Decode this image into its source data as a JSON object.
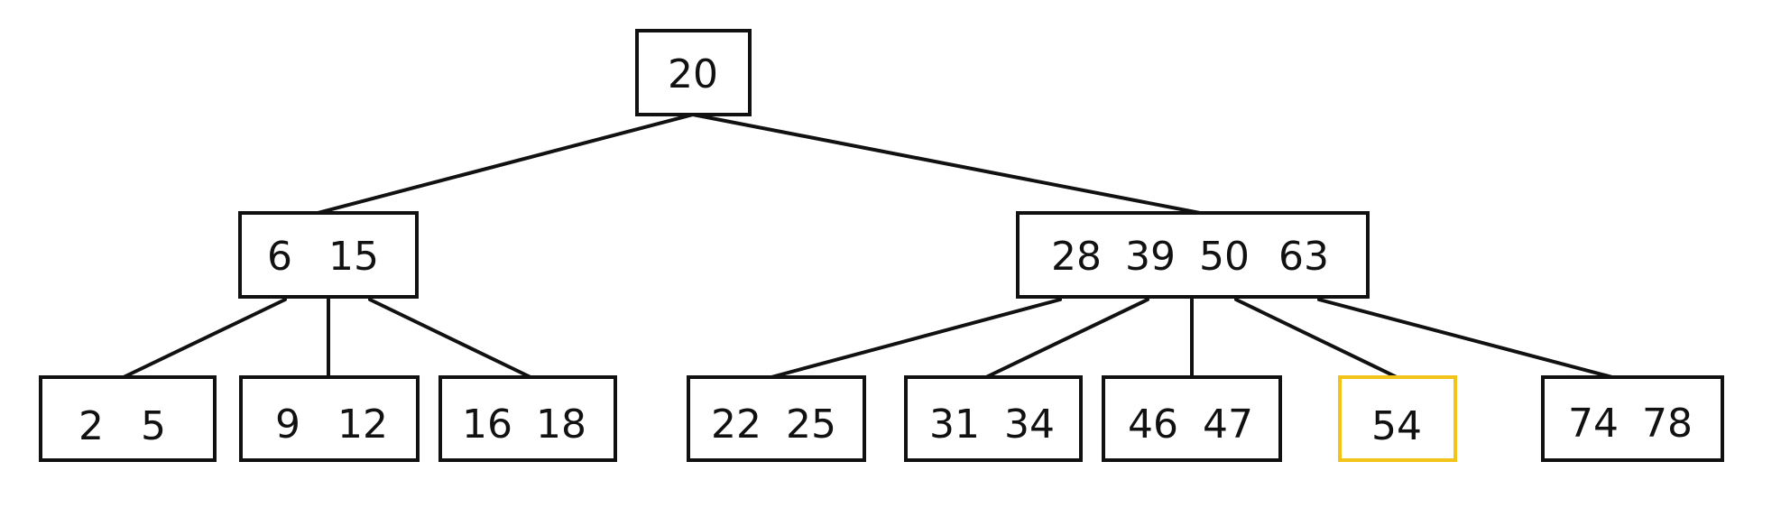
{
  "colors": {
    "node_border": "#111111",
    "highlight_border": "#f2c318",
    "edge": "#111111",
    "text": "#111111",
    "background": "#ffffff"
  },
  "root": {
    "keys": [
      "20"
    ]
  },
  "internal": [
    {
      "keys": [
        "6",
        "15"
      ]
    },
    {
      "keys": [
        "28",
        "39",
        "50",
        "63"
      ]
    }
  ],
  "leaves": [
    {
      "keys": [
        "2",
        "5"
      ],
      "highlighted": false
    },
    {
      "keys": [
        "9",
        "12"
      ],
      "highlighted": false
    },
    {
      "keys": [
        "16",
        "18"
      ],
      "highlighted": false
    },
    {
      "keys": [
        "22",
        "25"
      ],
      "highlighted": false
    },
    {
      "keys": [
        "31",
        "34"
      ],
      "highlighted": false
    },
    {
      "keys": [
        "46",
        "47"
      ],
      "highlighted": false
    },
    {
      "keys": [
        "54"
      ],
      "highlighted": true
    },
    {
      "keys": [
        "74",
        "78"
      ],
      "highlighted": false
    }
  ]
}
